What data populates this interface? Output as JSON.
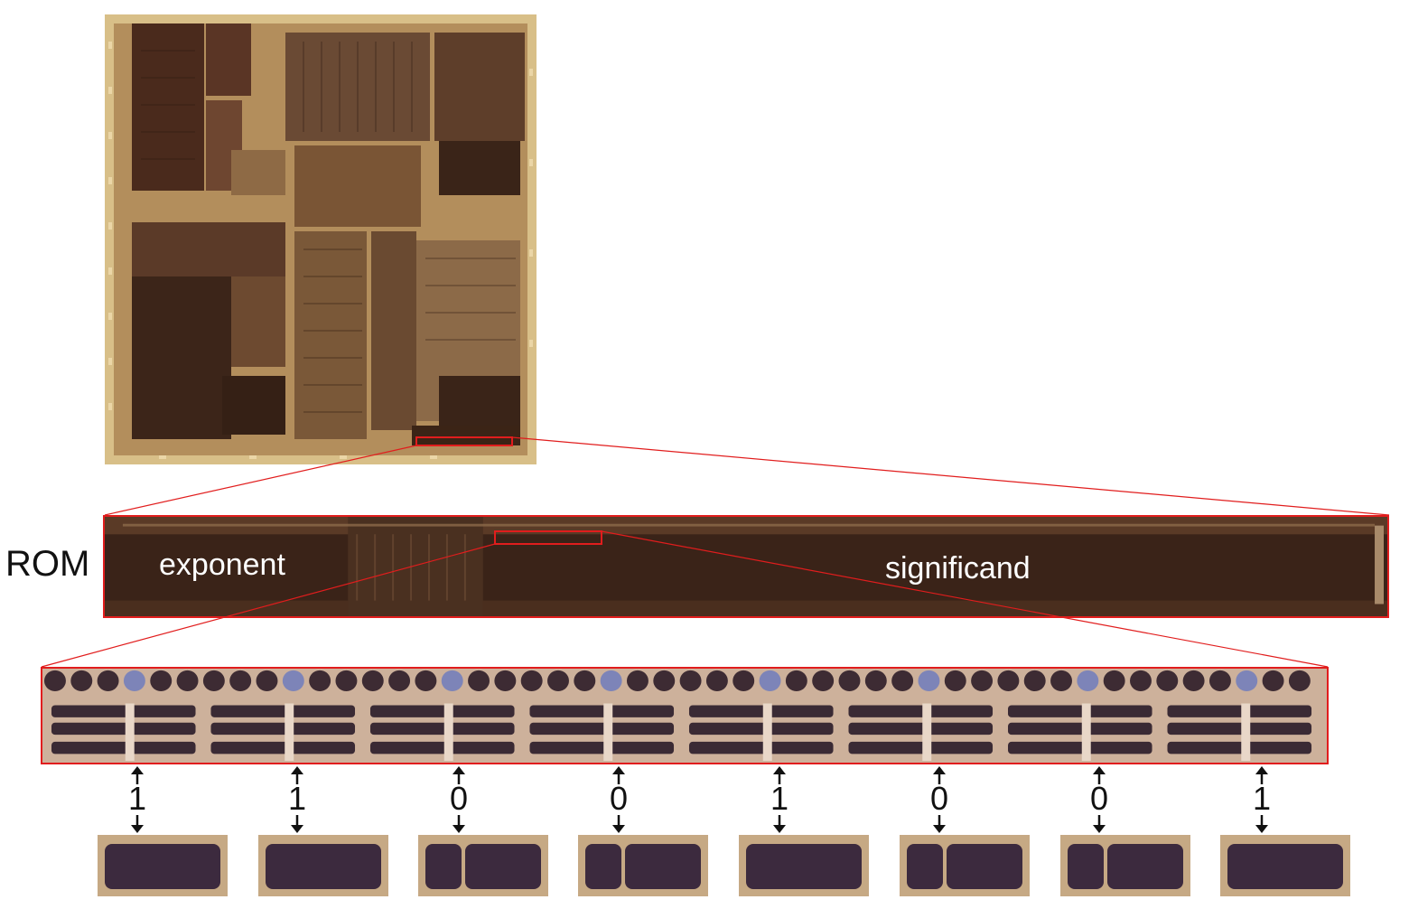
{
  "labels": {
    "rom": "ROM",
    "exponent": "exponent",
    "significand": "significand"
  },
  "bits": [
    "1",
    "1",
    "0",
    "0",
    "1",
    "0",
    "0",
    "1"
  ],
  "colors": {
    "highlight": "#e11d1d",
    "die": "#d9c18a",
    "rom": "#3a2318",
    "cell": "#3c2a3e"
  }
}
